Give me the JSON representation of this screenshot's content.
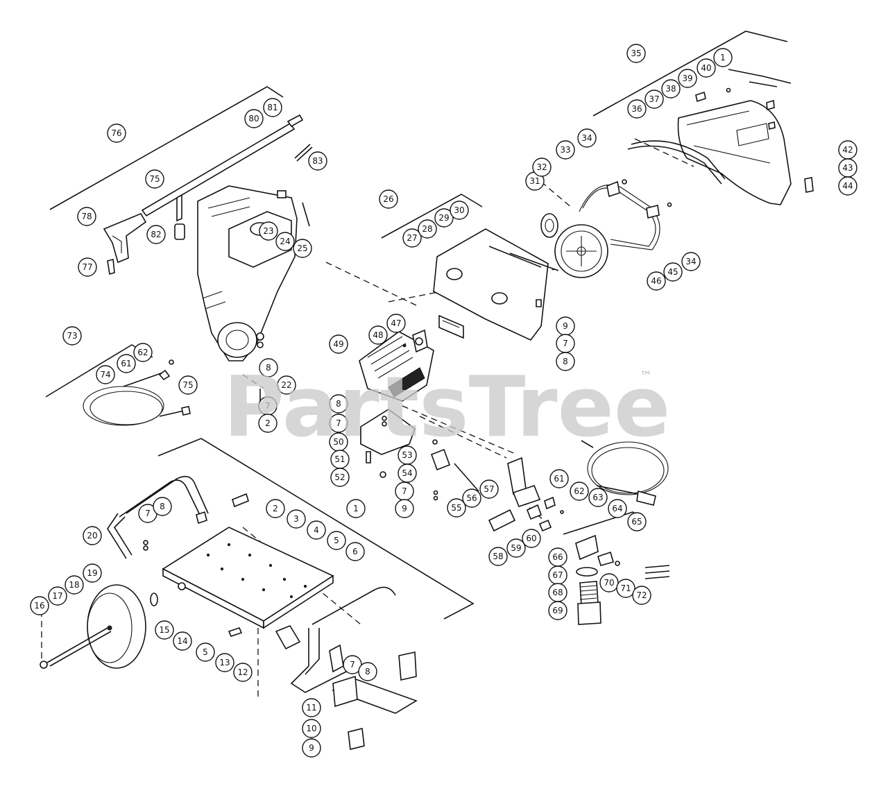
{
  "watermark": {
    "text": "PartsTree",
    "trademark": "™"
  },
  "callouts": [
    "1",
    "2",
    "3",
    "4",
    "5",
    "6",
    "7",
    "8",
    "9",
    "10",
    "11",
    "12",
    "13",
    "14",
    "15",
    "16",
    "17",
    "18",
    "19",
    "20",
    "22",
    "23",
    "24",
    "25",
    "26",
    "27",
    "28",
    "29",
    "30",
    "31",
    "32",
    "33",
    "34",
    "35",
    "36",
    "37",
    "38",
    "39",
    "40",
    "42",
    "43",
    "44",
    "45",
    "46",
    "47",
    "48",
    "49",
    "50",
    "51",
    "52",
    "53",
    "54",
    "55",
    "56",
    "57",
    "58",
    "59",
    "60",
    "61",
    "62",
    "63",
    "64",
    "65",
    "66",
    "67",
    "68",
    "69",
    "70",
    "71",
    "72",
    "73",
    "74",
    "75",
    "76",
    "77",
    "78",
    "80",
    "81",
    "82",
    "83"
  ]
}
